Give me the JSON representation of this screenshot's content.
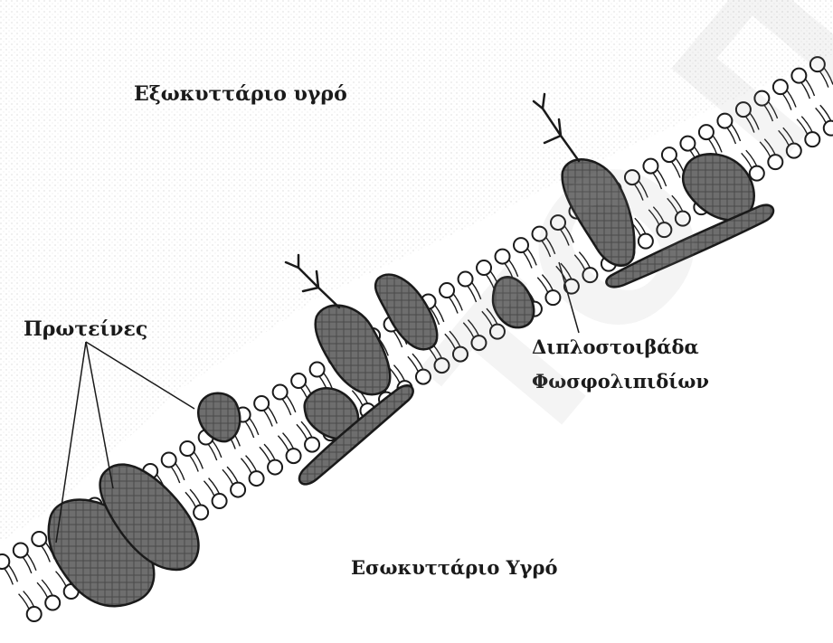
{
  "labels": {
    "extracellular": "Εξωκυττάριο υγρό",
    "proteins": "Πρωτείνες",
    "bilayer_line1": "Διπλοστοιβάδα",
    "bilayer_line2": "Φωσφολιπιδίων",
    "intracellular": "Εσωκυττάριο Υγρό"
  },
  "colors": {
    "protein_fill": "#6e6e6e",
    "outline": "#1a1a1a",
    "head_fill": "#ffffff",
    "background": "#ffffff"
  },
  "watermark": "ΤΟ ΠΕΙΡ"
}
